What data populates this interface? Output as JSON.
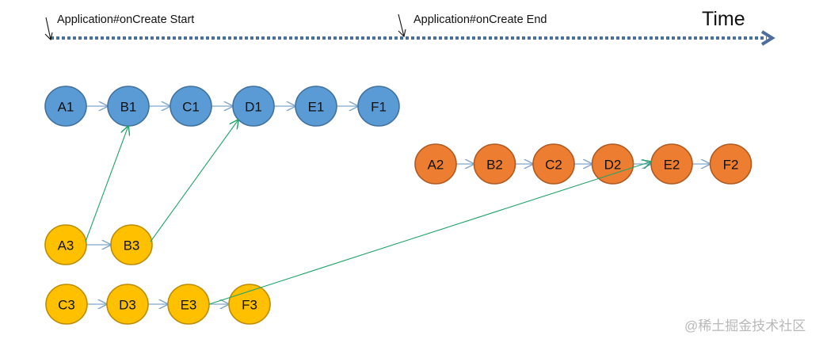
{
  "timeline": {
    "title": "Time",
    "markers": [
      {
        "id": "start",
        "label": "Application#onCreate Start"
      },
      {
        "id": "end",
        "label": "Application#onCreate End"
      }
    ],
    "color": "#4A6F9C"
  },
  "colors": {
    "chain1_fill": "#5B9BD5",
    "chain1_stroke": "#41719C",
    "chain2_fill": "#ED7D31",
    "chain2_stroke": "#AE5A21",
    "chain3_fill": "#FFC000",
    "chain3_stroke": "#BC8C00",
    "seq_arrow": "#7FA6CF",
    "dep_arrow": "#23A36B"
  },
  "chains": [
    {
      "id": "chain1",
      "nodes": [
        "A1",
        "B1",
        "C1",
        "D1",
        "E1",
        "F1"
      ]
    },
    {
      "id": "chain2",
      "nodes": [
        "A2",
        "B2",
        "C2",
        "D2",
        "E2",
        "F2"
      ]
    },
    {
      "id": "chain3a",
      "nodes": [
        "A3",
        "B3"
      ]
    },
    {
      "id": "chain3b",
      "nodes": [
        "C3",
        "D3",
        "E3",
        "F3"
      ]
    }
  ],
  "dependencies": [
    {
      "from": "A3",
      "to": "B1"
    },
    {
      "from": "B3",
      "to": "D1"
    },
    {
      "from": "E3",
      "to": "E2"
    }
  ],
  "watermark": "@稀土掘金技术社区"
}
